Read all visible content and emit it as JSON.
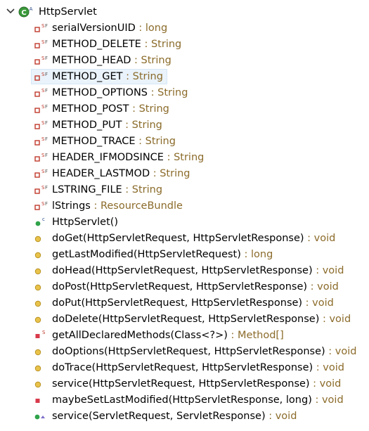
{
  "root": {
    "label": "HttpServlet",
    "icon": "abstract-class-icon"
  },
  "items": [
    {
      "name": "serialVersionUID",
      "type": " : long",
      "icon": "static-final-private-field-icon",
      "kind": "field"
    },
    {
      "name": "METHOD_DELETE",
      "type": " : String",
      "icon": "static-final-private-field-icon",
      "kind": "field"
    },
    {
      "name": "METHOD_HEAD",
      "type": " : String",
      "icon": "static-final-private-field-icon",
      "kind": "field"
    },
    {
      "name": "METHOD_GET",
      "type": " : String",
      "icon": "static-final-private-field-icon",
      "kind": "field",
      "selected": true
    },
    {
      "name": "METHOD_OPTIONS",
      "type": " : String",
      "icon": "static-final-private-field-icon",
      "kind": "field"
    },
    {
      "name": "METHOD_POST",
      "type": " : String",
      "icon": "static-final-private-field-icon",
      "kind": "field"
    },
    {
      "name": "METHOD_PUT",
      "type": " : String",
      "icon": "static-final-private-field-icon",
      "kind": "field"
    },
    {
      "name": "METHOD_TRACE",
      "type": " : String",
      "icon": "static-final-private-field-icon",
      "kind": "field"
    },
    {
      "name": "HEADER_IFMODSINCE",
      "type": " : String",
      "icon": "static-final-private-field-icon",
      "kind": "field"
    },
    {
      "name": "HEADER_LASTMOD",
      "type": " : String",
      "icon": "static-final-private-field-icon",
      "kind": "field"
    },
    {
      "name": "LSTRING_FILE",
      "type": " : String",
      "icon": "static-final-private-field-icon",
      "kind": "field"
    },
    {
      "name": "lStrings",
      "type": " : ResourceBundle",
      "icon": "static-final-private-field-icon",
      "kind": "field"
    },
    {
      "name": "HttpServlet()",
      "type": "",
      "icon": "public-constructor-icon",
      "kind": "ctor"
    },
    {
      "name": "doGet(HttpServletRequest, HttpServletResponse)",
      "type": " : void",
      "icon": "protected-method-icon",
      "kind": "protected"
    },
    {
      "name": "getLastModified(HttpServletRequest)",
      "type": " : long",
      "icon": "protected-method-icon",
      "kind": "protected"
    },
    {
      "name": "doHead(HttpServletRequest, HttpServletResponse)",
      "type": " : void",
      "icon": "protected-method-icon",
      "kind": "protected"
    },
    {
      "name": "doPost(HttpServletRequest, HttpServletResponse)",
      "type": " : void",
      "icon": "protected-method-icon",
      "kind": "protected"
    },
    {
      "name": "doPut(HttpServletRequest, HttpServletResponse)",
      "type": " : void",
      "icon": "protected-method-icon",
      "kind": "protected"
    },
    {
      "name": "doDelete(HttpServletRequest, HttpServletResponse)",
      "type": " : void",
      "icon": "protected-method-icon",
      "kind": "protected"
    },
    {
      "name": "getAllDeclaredMethods(Class<?>)",
      "type": " : Method[]",
      "icon": "static-private-method-icon",
      "kind": "private-static"
    },
    {
      "name": "doOptions(HttpServletRequest, HttpServletResponse)",
      "type": " : void",
      "icon": "protected-method-icon",
      "kind": "protected"
    },
    {
      "name": "doTrace(HttpServletRequest, HttpServletResponse)",
      "type": " : void",
      "icon": "protected-method-icon",
      "kind": "protected"
    },
    {
      "name": "service(HttpServletRequest, HttpServletResponse)",
      "type": " : void",
      "icon": "protected-method-icon",
      "kind": "protected"
    },
    {
      "name": "maybeSetLastModified(HttpServletResponse, long)",
      "type": " : void",
      "icon": "private-method-icon",
      "kind": "private"
    },
    {
      "name": "service(ServletRequest, ServletResponse)",
      "type": " : void",
      "icon": "public-override-method-icon",
      "kind": "public-override"
    }
  ],
  "colors": {
    "type_text": "#8b6b2a",
    "protected_method": "#e8c24a",
    "private_method": "#d83a4b",
    "public_method": "#2fa34a",
    "field_icon": "#c0392b",
    "selection": "#eaf3fb"
  }
}
